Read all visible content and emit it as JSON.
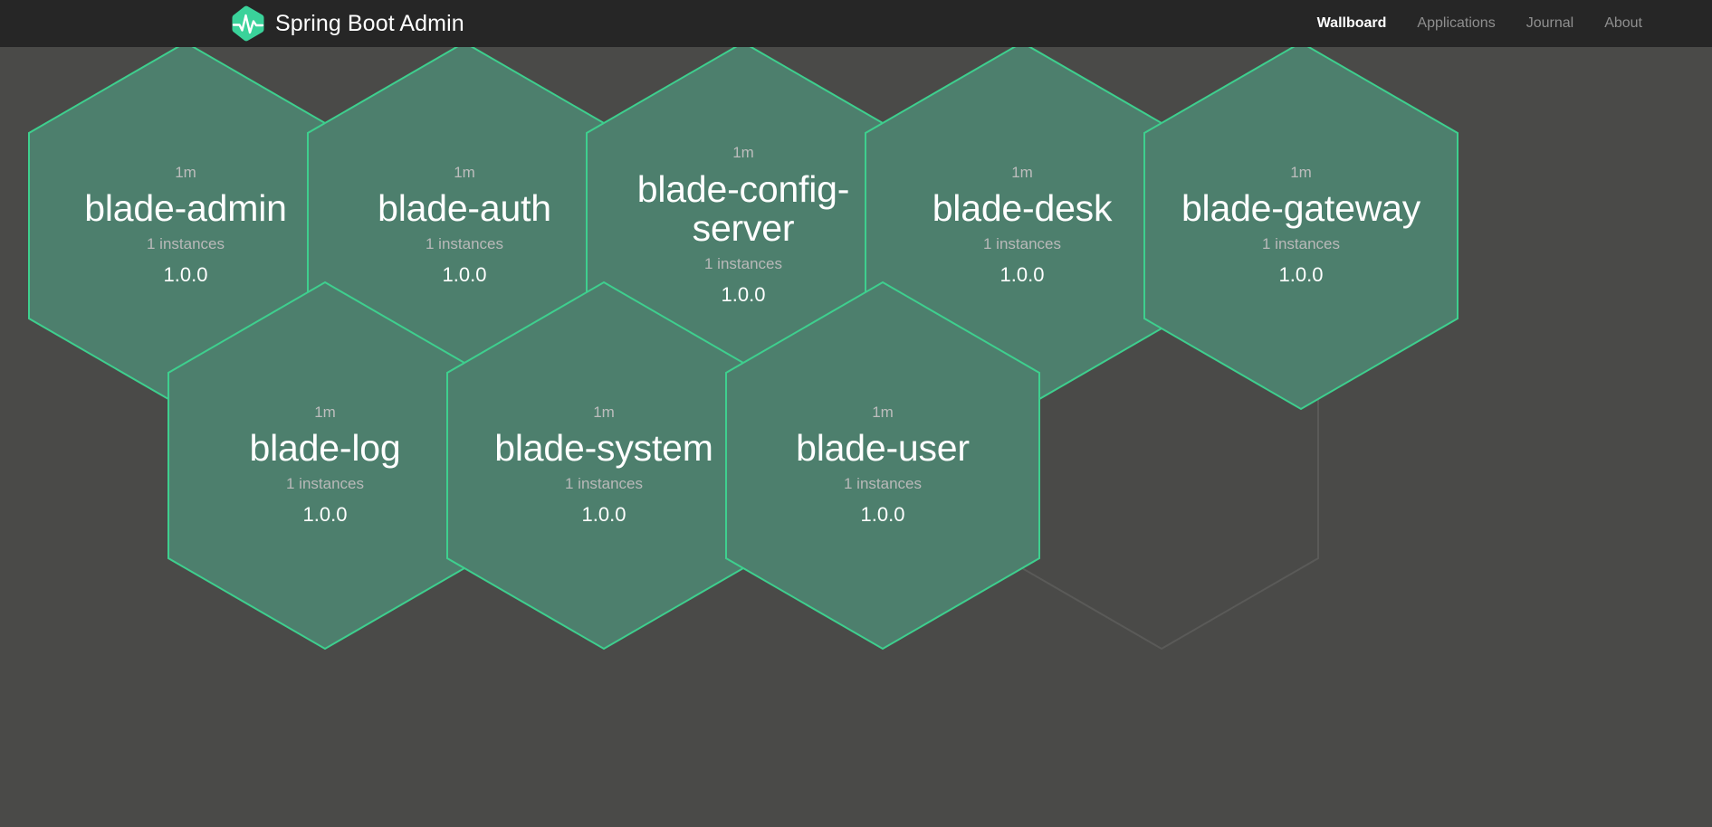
{
  "header": {
    "brand_title": "Spring Boot Admin",
    "logo_icon": "pulse-hexagon-logo",
    "logo_color": "#3ad29a",
    "background": "#262626",
    "nav": [
      {
        "label": "Wallboard",
        "active": true
      },
      {
        "label": "Applications",
        "active": false
      },
      {
        "label": "Journal",
        "active": false
      },
      {
        "label": "About",
        "active": false
      }
    ]
  },
  "wallboard": {
    "background": "#4a4a48",
    "hex_fill": "#4d7f6d",
    "hex_stroke": "#3ecf8e",
    "empty_stroke": "#5a5a58",
    "applications": [
      {
        "uptime": "1m",
        "name": "blade-admin",
        "instances": "1 instances",
        "version": "1.0.0",
        "col": 0,
        "row": 0
      },
      {
        "uptime": "1m",
        "name": "blade-auth",
        "instances": "1 instances",
        "version": "1.0.0",
        "col": 1,
        "row": 0
      },
      {
        "uptime": "1m",
        "name": "blade-config-server",
        "instances": "1 instances",
        "version": "1.0.0",
        "col": 2,
        "row": 0
      },
      {
        "uptime": "1m",
        "name": "blade-desk",
        "instances": "1 instances",
        "version": "1.0.0",
        "col": 3,
        "row": 0
      },
      {
        "uptime": "1m",
        "name": "blade-gateway",
        "instances": "1 instances",
        "version": "1.0.0",
        "col": 4,
        "row": 0
      },
      {
        "uptime": "1m",
        "name": "blade-log",
        "instances": "1 instances",
        "version": "1.0.0",
        "col": 0,
        "row": 1
      },
      {
        "uptime": "1m",
        "name": "blade-system",
        "instances": "1 instances",
        "version": "1.0.0",
        "col": 1,
        "row": 1
      },
      {
        "uptime": "1m",
        "name": "blade-user",
        "instances": "1 instances",
        "version": "1.0.0",
        "col": 2,
        "row": 1
      }
    ],
    "placeholder": {
      "col": 3,
      "row": 1
    }
  }
}
